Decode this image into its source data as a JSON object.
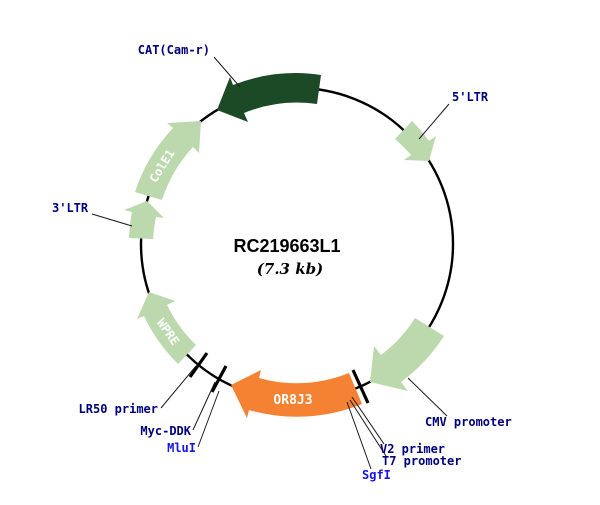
{
  "plasmid": {
    "name": "RC219663L1",
    "size": "(7.3 kb)"
  },
  "features": {
    "cat": "CAT(Cam-r)",
    "ltr5": "5'LTR",
    "cmv": "CMV promoter",
    "orf": "OR8J3",
    "wpre": "WPRE",
    "ltr3": "3'LTR",
    "cole1": "ColE1"
  },
  "sites": {
    "lr50": "LR50 primer",
    "myc_ddk": "Myc-DDK",
    "mlui": "MluI",
    "v2": "V2 primer",
    "t7": "T7 promoter",
    "sgfi": "SgfI"
  },
  "colors": {
    "backbone": "#000000",
    "feature_green": "#bcd9ae",
    "cat_dark_green": "#1d4a26",
    "orf_orange": "#F58233",
    "label_navy": "#00007d",
    "site_blue": "#1414e6",
    "inner_label_white": "#ffffff"
  }
}
